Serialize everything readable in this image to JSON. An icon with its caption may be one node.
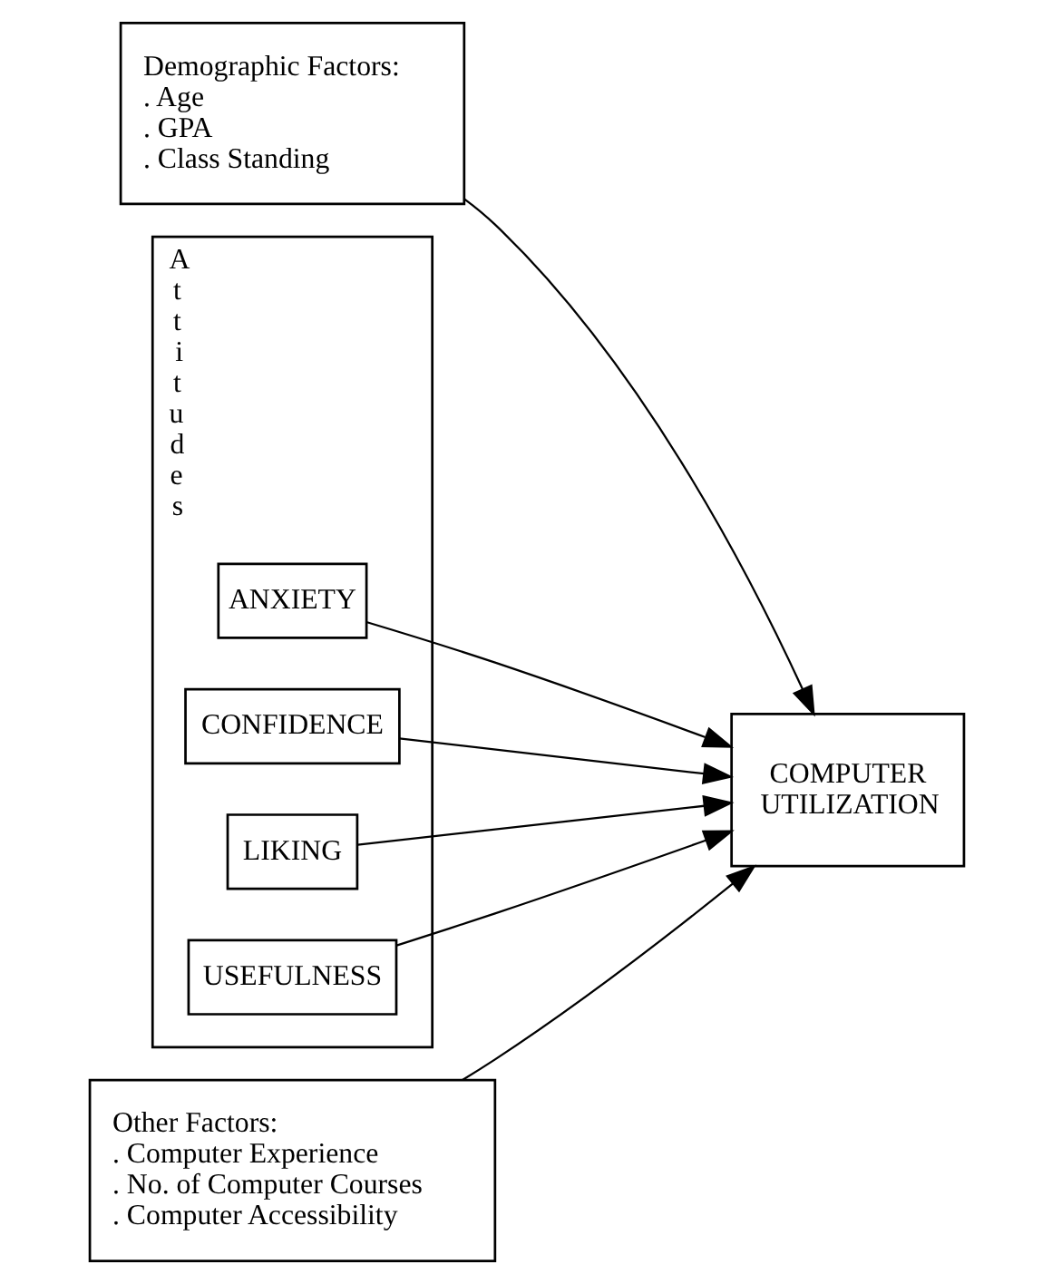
{
  "diagram": {
    "nodes": [
      {
        "text": [
          "Demographic Factors:",
          ". Age",
          ". GPA",
          ". Class Standing"
        ]
      },
      {
        "text": [
          "Attitudes"
        ]
      },
      {
        "text": [
          "ANXIETY"
        ],
        "in": 1
      },
      {
        "text": [
          "CONFIDENCE"
        ],
        "in": 1
      },
      {
        "text": [
          "LIKING"
        ],
        "in": 1
      },
      {
        "text": [
          "USEFULNESS"
        ],
        "in": 1
      },
      {
        "text": [
          "Other Factors:",
          ". Computer Experience",
          ". No. of Computer Courses",
          ". Computer Accessibility"
        ]
      },
      {
        "text": [
          "COMPUTER UTILIZATION"
        ]
      }
    ],
    "edges": [
      {
        "from": 0,
        "to": 7,
        "arrow": "to"
      },
      {
        "from": 2,
        "to": 7,
        "arrow": "to"
      },
      {
        "from": 3,
        "to": 7,
        "arrow": "to"
      },
      {
        "from": 4,
        "to": 7,
        "arrow": "to"
      },
      {
        "from": 5,
        "to": 7,
        "arrow": "to"
      },
      {
        "from": 6,
        "to": 7,
        "arrow": "to"
      }
    ]
  }
}
